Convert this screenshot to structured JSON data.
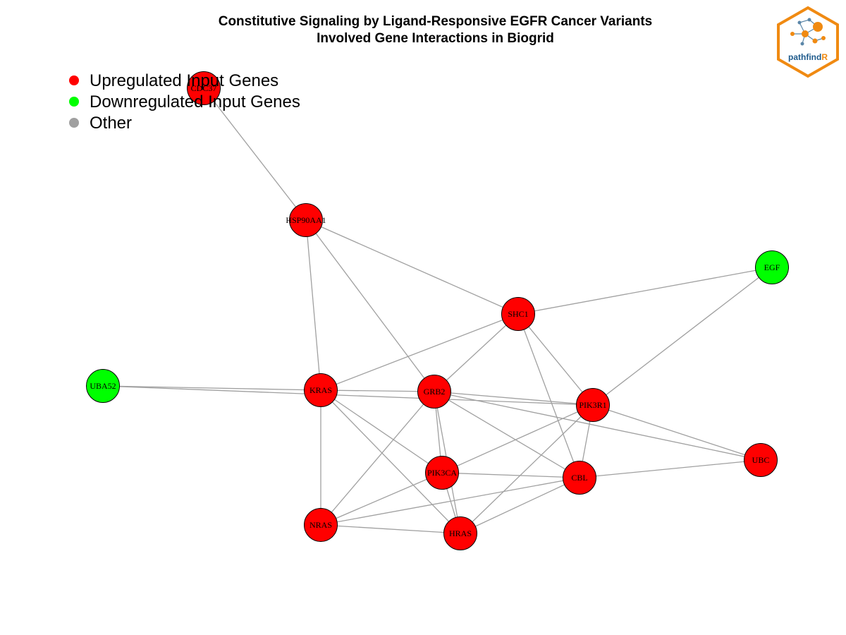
{
  "title": {
    "line1": "Constitutive Signaling by Ligand-Responsive EGFR Cancer Variants",
    "line2": "Involved Gene Interactions in Biogrid"
  },
  "legend": {
    "items": [
      {
        "label": "Upregulated Input Genes",
        "color": "#ff0000"
      },
      {
        "label": "Downregulated Input Genes",
        "color": "#00ff00"
      },
      {
        "label": "Other",
        "color": "#a0a0a0"
      }
    ]
  },
  "logo": {
    "text_main": "pathfind",
    "text_accent": "R",
    "accent_color": "#f08a12",
    "text_color": "#1f5b8c"
  },
  "colors": {
    "upregulated": "#ff0000",
    "downregulated": "#00ff00",
    "edge": "#a0a0a0",
    "node_border": "#000000"
  },
  "network": {
    "nodes": [
      {
        "id": "CDC37",
        "label": "CDC37",
        "group": "upregulated"
      },
      {
        "id": "HSP90AA1",
        "label": "HSP90AA1",
        "group": "upregulated"
      },
      {
        "id": "EGF",
        "label": "EGF",
        "group": "downregulated"
      },
      {
        "id": "SHC1",
        "label": "SHC1",
        "group": "upregulated"
      },
      {
        "id": "UBA52",
        "label": "UBA52",
        "group": "downregulated"
      },
      {
        "id": "KRAS",
        "label": "KRAS",
        "group": "upregulated"
      },
      {
        "id": "GRB2",
        "label": "GRB2",
        "group": "upregulated"
      },
      {
        "id": "PIK3R1",
        "label": "PIK3R1",
        "group": "upregulated"
      },
      {
        "id": "UBC",
        "label": "UBC",
        "group": "upregulated"
      },
      {
        "id": "PIK3CA",
        "label": "PIK3CA",
        "group": "upregulated"
      },
      {
        "id": "CBL",
        "label": "CBL",
        "group": "upregulated"
      },
      {
        "id": "NRAS",
        "label": "NRAS",
        "group": "upregulated"
      },
      {
        "id": "HRAS",
        "label": "HRAS",
        "group": "upregulated"
      }
    ],
    "edges": [
      [
        "CDC37",
        "HSP90AA1"
      ],
      [
        "HSP90AA1",
        "SHC1"
      ],
      [
        "HSP90AA1",
        "KRAS"
      ],
      [
        "HSP90AA1",
        "GRB2"
      ],
      [
        "EGF",
        "SHC1"
      ],
      [
        "EGF",
        "PIK3R1"
      ],
      [
        "SHC1",
        "KRAS"
      ],
      [
        "SHC1",
        "GRB2"
      ],
      [
        "SHC1",
        "PIK3R1"
      ],
      [
        "SHC1",
        "CBL"
      ],
      [
        "UBA52",
        "KRAS"
      ],
      [
        "UBA52",
        "PIK3R1"
      ],
      [
        "KRAS",
        "GRB2"
      ],
      [
        "KRAS",
        "PIK3CA"
      ],
      [
        "KRAS",
        "NRAS"
      ],
      [
        "KRAS",
        "HRAS"
      ],
      [
        "GRB2",
        "PIK3R1"
      ],
      [
        "GRB2",
        "PIK3CA"
      ],
      [
        "GRB2",
        "HRAS"
      ],
      [
        "GRB2",
        "NRAS"
      ],
      [
        "GRB2",
        "CBL"
      ],
      [
        "GRB2",
        "UBC"
      ],
      [
        "PIK3R1",
        "PIK3CA"
      ],
      [
        "PIK3R1",
        "UBC"
      ],
      [
        "PIK3R1",
        "CBL"
      ],
      [
        "PIK3R1",
        "HRAS"
      ],
      [
        "PIK3CA",
        "CBL"
      ],
      [
        "PIK3CA",
        "NRAS"
      ],
      [
        "PIK3CA",
        "HRAS"
      ],
      [
        "CBL",
        "UBC"
      ],
      [
        "CBL",
        "NRAS"
      ],
      [
        "CBL",
        "HRAS"
      ],
      [
        "NRAS",
        "HRAS"
      ]
    ]
  }
}
